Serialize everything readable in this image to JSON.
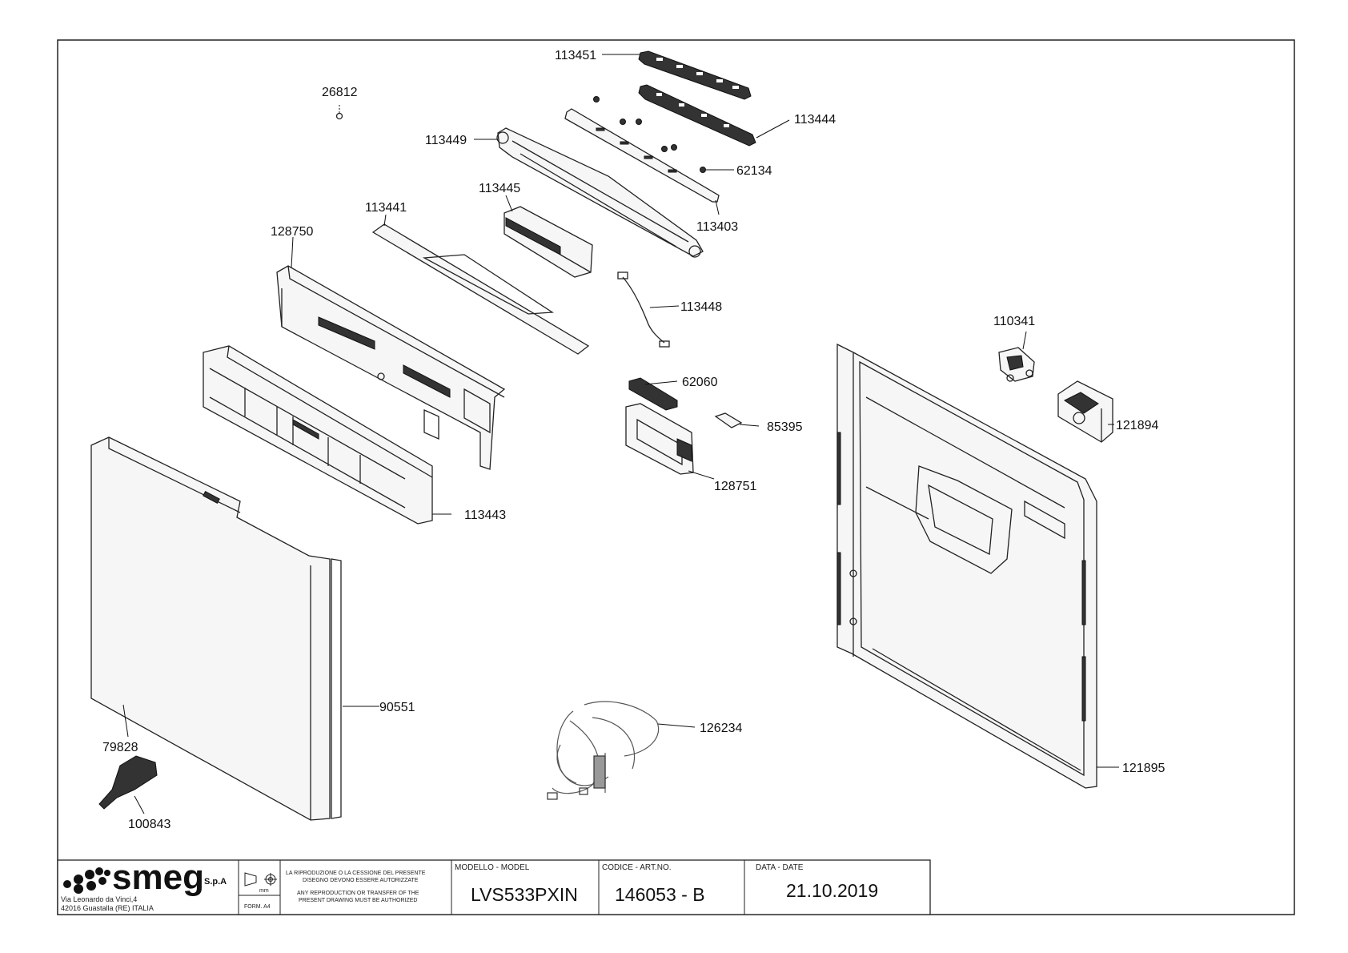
{
  "labels": {
    "p113451": "113451",
    "p26812": "26812",
    "p113444": "113444",
    "p113449": "113449",
    "p62134": "62134",
    "p113445": "113445",
    "p113441": "113441",
    "p113403": "113403",
    "p128750": "128750",
    "p113448": "113448",
    "p110341": "110341",
    "p62060": "62060",
    "p85395": "85395",
    "p121894": "121894",
    "p128751": "128751",
    "p113443": "113443",
    "p90551": "90551",
    "p126234": "126234",
    "p79828": "79828",
    "p121895": "121895",
    "p100843": "100843"
  },
  "titleblock": {
    "brand": "smeg",
    "brand_suffix": "S.p.A",
    "address_line1": "Via Leonardo da Vinci,4",
    "address_line2": "42016  Guastalla (RE) ITALIA",
    "unit": "mm",
    "format": "FORM. A4",
    "notice_it_1": "LA RIPRODUZIONE O LA CESSIONE DEL PRESENTE",
    "notice_it_2": "DISEGNO DEVONO ESSERE AUTORIZZATE",
    "notice_en_1": "ANY REPRODUCTION OR TRANSFER OF THE",
    "notice_en_2": "PRESENT DRAWING MUST BE AUTHORIZED",
    "model_head": "MODELLO - MODEL",
    "model": "LVS533PXIN",
    "code_head": "CODICE - ART.NO.",
    "code": "146053 - B",
    "date_head": "DATA - DATE",
    "date": "21.10.2019"
  }
}
